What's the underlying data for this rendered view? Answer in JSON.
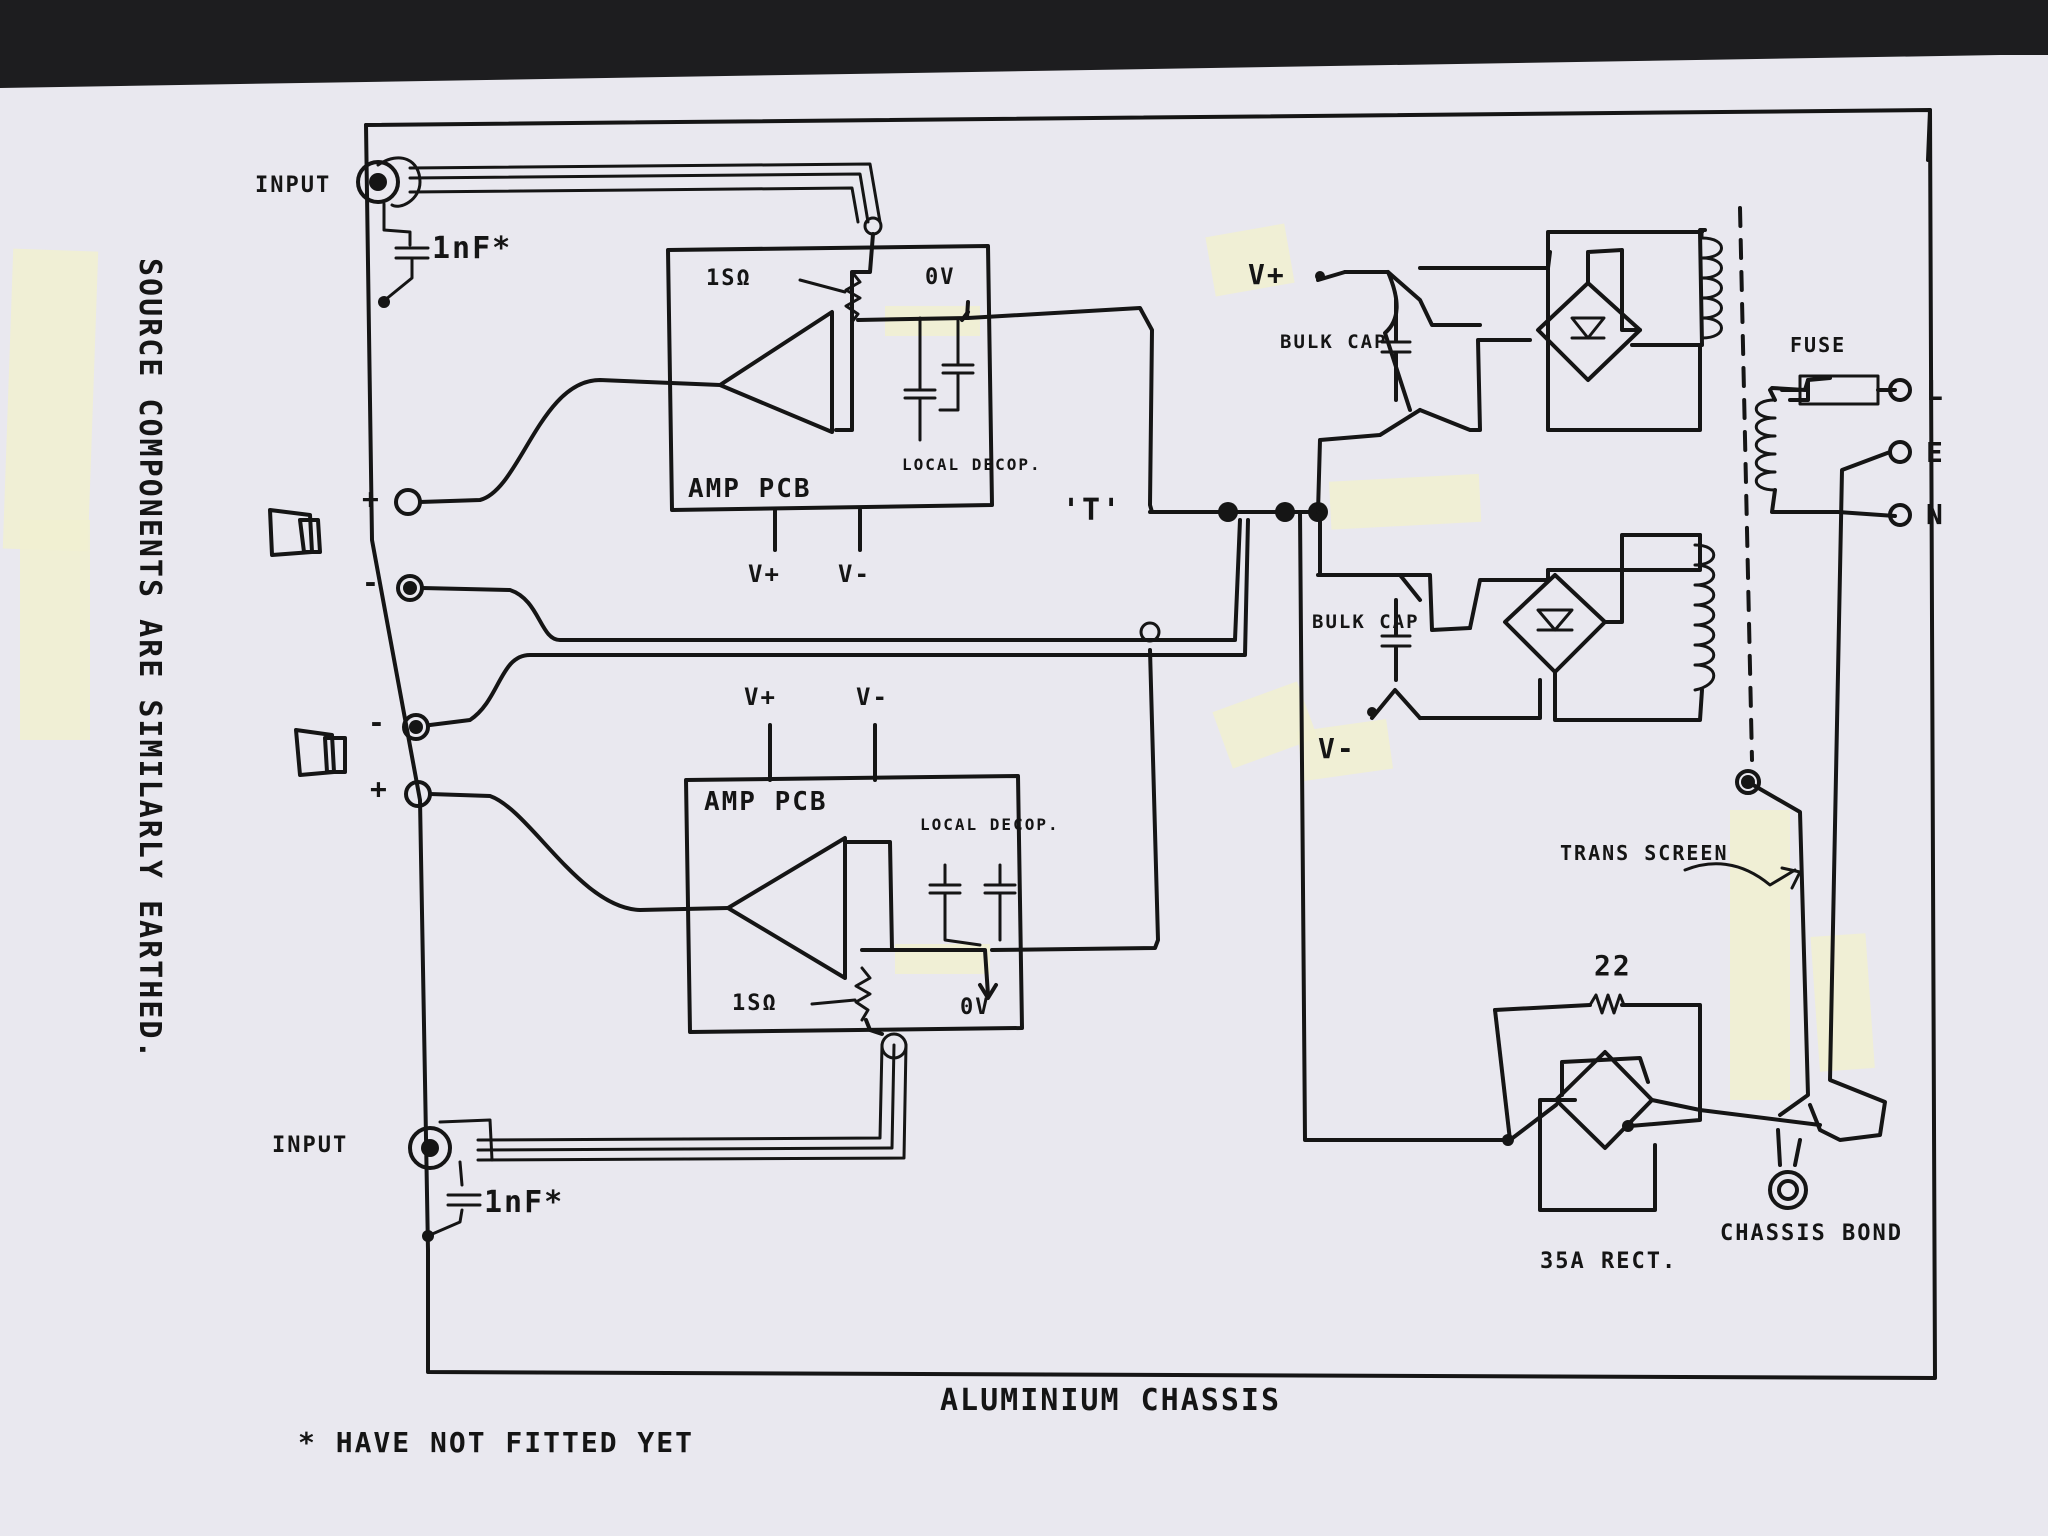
{
  "labels": {
    "input_top": "INPUT",
    "input_bottom": "INPUT",
    "cap_top": "1nF*",
    "cap_bottom": "1nF*",
    "note_vertical": "SOURCE COMPONENTS ARE SIMILARLY EARTHED.",
    "amp_top": {
      "title": "AMP PCB",
      "resistor": "1SΩ",
      "ov": "0V",
      "decoup": "LOCAL DECOP.",
      "vplus": "V+",
      "vminus": "V-"
    },
    "amp_bottom": {
      "title": "AMP PCB",
      "resistor": "1SΩ",
      "ov": "0V",
      "decoup": "LOCAL DECOP.",
      "vplus": "V+",
      "vminus": "V-"
    },
    "spk_plus_top": "+",
    "spk_minus_top": "-",
    "spk_minus_bottom": "-",
    "spk_plus_bottom": "+",
    "star_point": "'T'",
    "psu_vplus": "V+",
    "psu_vminus": "V-",
    "bulk_cap_top": "BULK CAP",
    "bulk_cap_bottom": "BULK CAP",
    "fuse": "FUSE",
    "mains_l": "L",
    "mains_e": "E",
    "mains_n": "N",
    "trans_screen": "TRANS SCREEN",
    "resistor_22": "22",
    "rect": "35A RECT.",
    "chassis_bond": "CHASSIS BOND",
    "chassis": "ALUMINIUM CHASSIS",
    "footnote": "* HAVE NOT FITTED YET"
  }
}
